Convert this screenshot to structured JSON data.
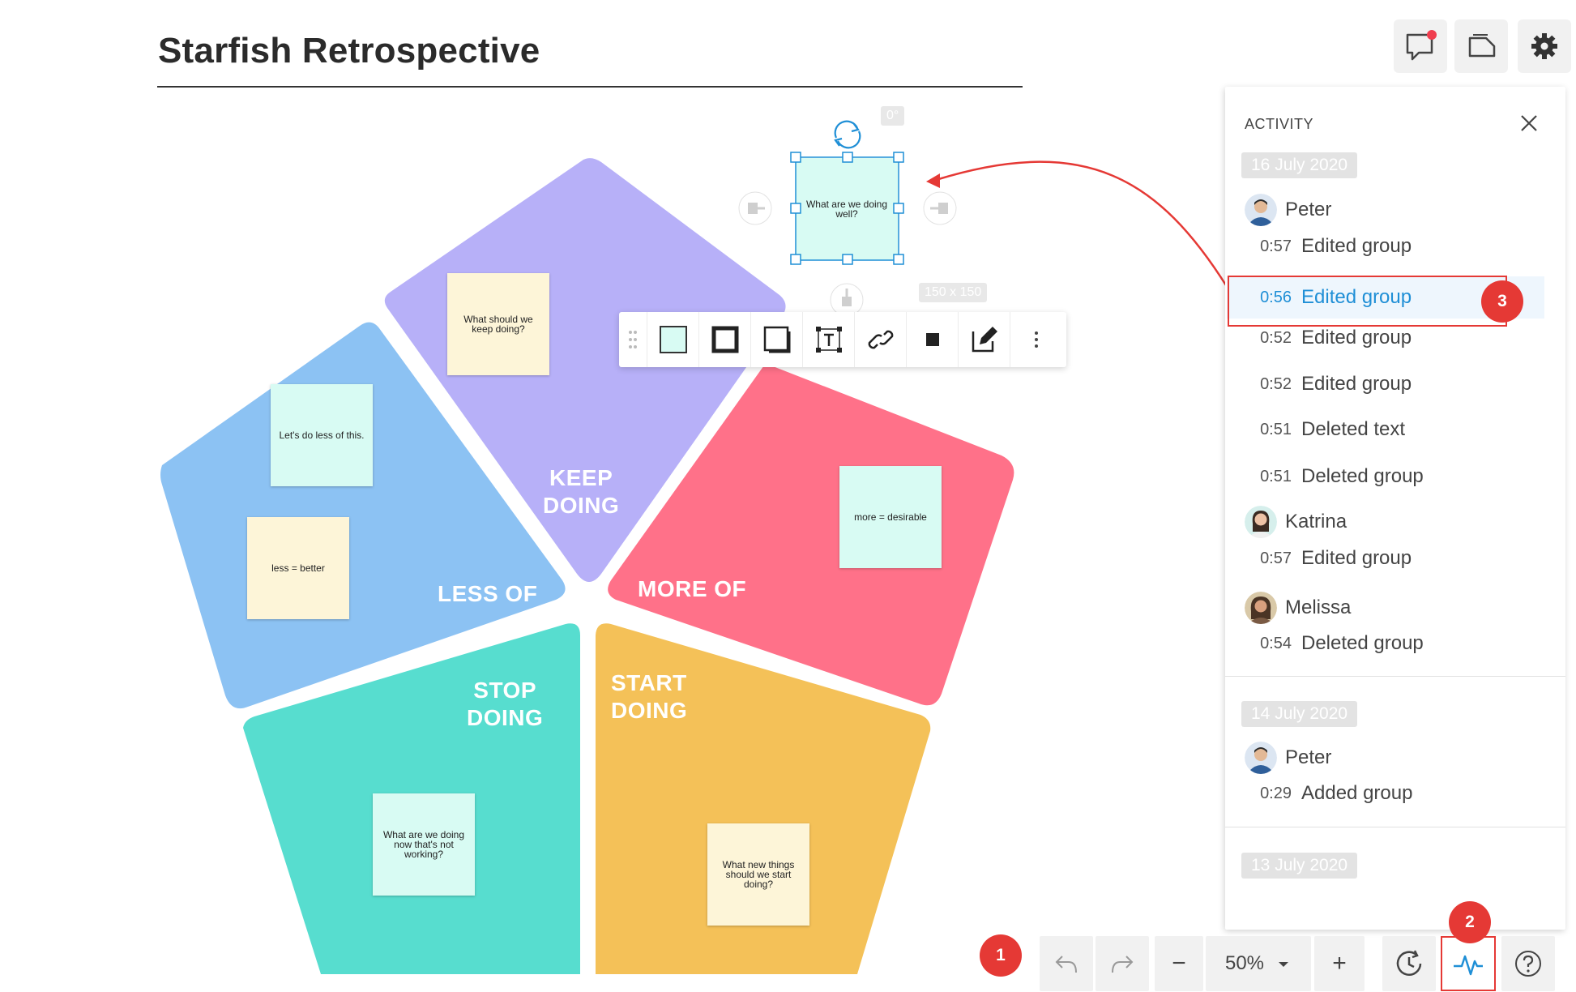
{
  "board": {
    "title": "Starfish Retrospective",
    "segments": {
      "keep": "KEEP\nDOING",
      "less": "LESS OF",
      "more": "MORE OF",
      "stop": "STOP\nDOING",
      "start": "START\nDOING"
    },
    "stickies": {
      "keep": "What should we keep doing?",
      "less_1": "Let's do less of this.",
      "less_2": "less = better",
      "more": "more = desirable",
      "stop": "What are we doing now that's not working?",
      "start": "What new things should we start doing?",
      "selected": "What are we doing well?"
    },
    "selection": {
      "rotation": "0°",
      "size": "150 x 150"
    }
  },
  "colors": {
    "keep": "#b7b0f8",
    "less": "#8cc2f3",
    "more": "#ff7189",
    "stop": "#57ddcf",
    "start": "#f4c158",
    "selected_fill": "#d8fbf3",
    "selection": "#1f8fd6",
    "annotation": "#e53935"
  },
  "top_actions": [
    "comment-icon",
    "present-icon",
    "gear-icon"
  ],
  "toolbar_icons": [
    "fill-color",
    "border-style",
    "shadow",
    "text",
    "link",
    "stroke-color",
    "pen-edit",
    "more"
  ],
  "activity": {
    "title": "ACTIVITY",
    "groups": [
      {
        "date": "16 July 2020",
        "users": [
          {
            "name": "Peter",
            "entries": [
              {
                "time": "0:57",
                "action": "Edited group"
              },
              {
                "time": "0:56",
                "action": "Edited group"
              },
              {
                "time": "0:52",
                "action": "Edited group"
              },
              {
                "time": "0:52",
                "action": "Edited group"
              },
              {
                "time": "0:51",
                "action": "Deleted text"
              },
              {
                "time": "0:51",
                "action": "Deleted group"
              }
            ]
          },
          {
            "name": "Katrina",
            "entries": [
              {
                "time": "0:57",
                "action": "Edited group"
              }
            ]
          },
          {
            "name": "Melissa",
            "entries": [
              {
                "time": "0:54",
                "action": "Deleted group"
              }
            ]
          }
        ]
      },
      {
        "date": "14 July 2020",
        "users": [
          {
            "name": "Peter",
            "entries": [
              {
                "time": "0:29",
                "action": "Added group"
              }
            ]
          }
        ]
      },
      {
        "date": "13 July 2020",
        "users": []
      }
    ]
  },
  "bottom_bar": {
    "zoom": "50%",
    "minus": "−",
    "plus": "+"
  },
  "annotations": [
    "1",
    "2",
    "3"
  ]
}
